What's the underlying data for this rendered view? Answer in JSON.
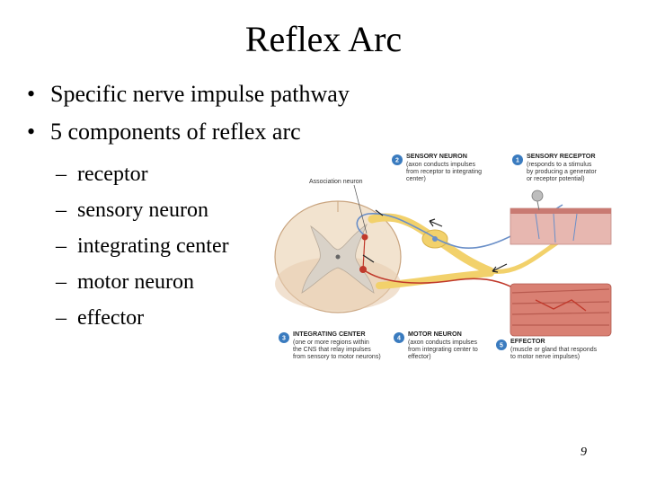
{
  "slide": {
    "title": "Reflex Arc",
    "bullets": [
      "Specific nerve impulse pathway",
      "5 components of reflex arc"
    ],
    "bullet_symbol": "•",
    "sub_items": [
      "receptor",
      "sensory neuron",
      "integrating center",
      "motor neuron",
      "effector"
    ],
    "sub_symbol": "–",
    "page_number": "9"
  },
  "figure": {
    "association_label": "Association neuron",
    "callouts": [
      {
        "number": "2",
        "heading": "SENSORY NEURON",
        "lines": [
          "(axon conducts impulses",
          "from receptor to integrating",
          "center)"
        ]
      },
      {
        "number": "1",
        "heading": "SENSORY RECEPTOR",
        "lines": [
          "(responds to a stimulus",
          "by producing a generator",
          "or receptor potential)"
        ]
      },
      {
        "number": "3",
        "heading": "INTEGRATING CENTER",
        "lines": [
          "(one or more regions within",
          "the CNS that relay impulses",
          "from sensory to motor neurons)"
        ]
      },
      {
        "number": "4",
        "heading": "MOTOR NEURON",
        "lines": [
          "(axon conducts impulses",
          "from integrating center to",
          "effector)"
        ]
      },
      {
        "number": "5",
        "heading": "EFFECTOR",
        "lines": [
          "(muscle or gland that responds",
          "to motor nerve impulses)"
        ]
      }
    ],
    "colors": {
      "badge": "#3a7bbf",
      "sensory": "#6a8fc8",
      "motor": "#c0392b",
      "spinal_white": "#f2e3cf",
      "spinal_gray": "#d9d2c8",
      "nerve": "#f2d16b",
      "skin": "#e7b7b0",
      "muscle": "#d98073"
    }
  }
}
